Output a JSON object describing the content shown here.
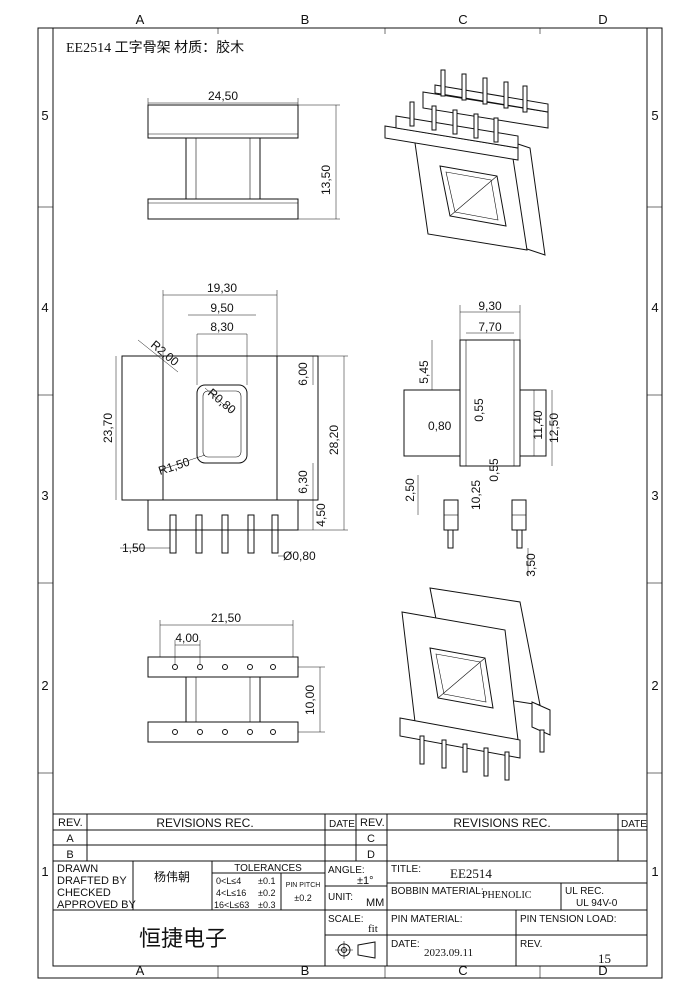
{
  "border": {
    "col_labels": [
      "A",
      "B",
      "C",
      "D"
    ],
    "row_labels": [
      "5",
      "4",
      "3",
      "2",
      "1"
    ]
  },
  "header": {
    "part_title": "EE2514 工字骨架 材质：胶木"
  },
  "dims": {
    "front": {
      "width": "24,50",
      "height": "13,50"
    },
    "side": {
      "outer_width": "19,30",
      "mid_width": "9,50",
      "inner_width": "8,30",
      "corner_r": "R2,00",
      "window_r": "R0,80",
      "lower_r": "R1,50",
      "total_height": "23,70",
      "flange_height": "28,20",
      "top_margin": "6,00",
      "bottom_margin": "6,30",
      "pin_len": "4,50",
      "pin_offset": "1,50",
      "pin_dia": "Ø0,80"
    },
    "right": {
      "width_a": "9,30",
      "width_b": "7,70",
      "top": "5,45",
      "wall_a": "0,55",
      "wall_b": "0,55",
      "slot": "0,80",
      "core_a": "11,40",
      "core_b": "12,50",
      "pin_step": "2,50",
      "pin_h": "10,25",
      "pin_tail": "3,50"
    },
    "bottom": {
      "width": "21,50",
      "pitch": "4,00",
      "row_gap": "10,00"
    }
  },
  "title_block": {
    "rev_header": "REV.",
    "revisions_header": "REVISIONS REC.",
    "date_header": "DATE",
    "rev_rows_left": [
      "A",
      "B"
    ],
    "rev_rows_right": [
      "C",
      "D"
    ],
    "drawn": "DRAWN",
    "drafted_by": "DRAFTED  BY",
    "drafter_name": "杨伟朝",
    "checked": "CHECKED",
    "approved_by": "APPROVED BY",
    "tolerances": "TOLERANCES",
    "tol_rows": [
      {
        "range": "0<L≤4",
        "value": "±0.1"
      },
      {
        "range": "4<L≤16",
        "value": "±0.2"
      },
      {
        "range": "16<L≤63",
        "value": "±0.3"
      }
    ],
    "pin_pitch": "PIN PITCH",
    "pin_pitch_tol": "±0.2",
    "angle": "ANGLE:",
    "angle_value": "±1°",
    "unit": "UNIT:",
    "unit_value": "MM",
    "scale": "SCALE:",
    "scale_value": "fit",
    "title_label": "TITLE:",
    "title_value": "EE2514",
    "bobbin_material": "BOBBIN MATERIAL:",
    "bobbin_material_value": "PHENOLIC",
    "ul_rec": "UL REC.",
    "ul_value": "UL 94V-0",
    "pin_material": "PIN MATERIAL:",
    "pin_tension": "PIN TENSION LOAD:",
    "date_label": "DATE:",
    "date_value": "2023.09.11",
    "rev_label": "REV.",
    "sheet_no": "15",
    "company": "恒捷电子"
  }
}
